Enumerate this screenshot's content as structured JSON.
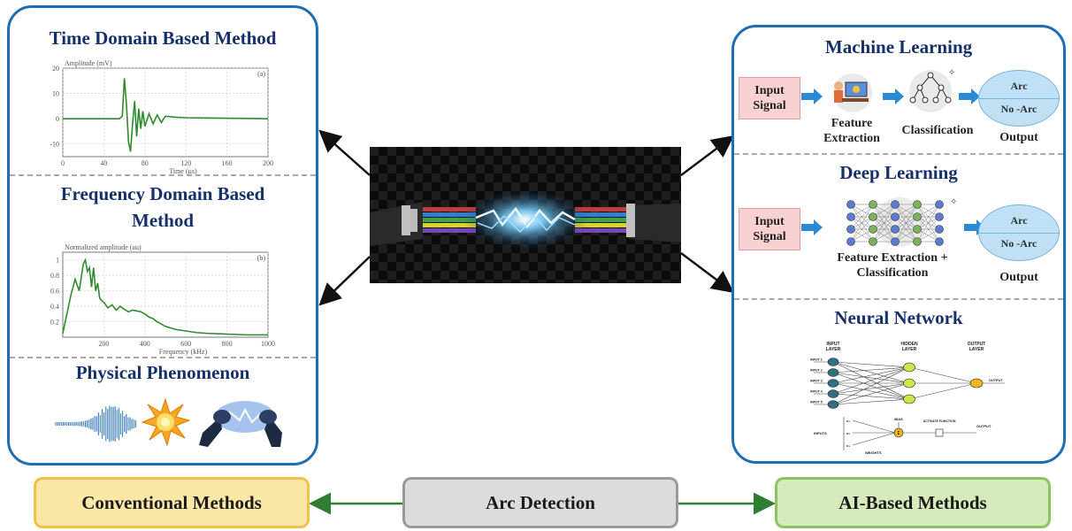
{
  "left_panel": {
    "time_title": "Time Domain Based Method",
    "freq_title_line1": "Frequency Domain Based",
    "freq_title_line2": "Method",
    "phys_title": "Physical Phenomenon"
  },
  "right_panel": {
    "ml_title": "Machine Learning",
    "dl_title": "Deep Learning",
    "nn_title": "Neural Network",
    "input_signal_l1": "Input",
    "input_signal_l2": "Signal",
    "feature_extraction_l1": "Feature",
    "feature_extraction_l2": "Extraction",
    "classification": "Classification",
    "fe_class_l1": "Feature Extraction +",
    "fe_class_l2": "Classification",
    "output": "Output",
    "arc": "Arc",
    "no_arc": "No -Arc"
  },
  "nn_diagram": {
    "input_layer": "INPUT LAYER",
    "hidden_layer": "HIDDEN LAYER",
    "output_layer": "OUTPUT LAYER",
    "inputs": [
      "INPUT 1",
      "INPUT 2",
      "INPUT 3",
      "INPUT 4",
      "INPUT 5"
    ],
    "output_label": "OUTPUT",
    "inputs_label": "INPUTS",
    "weights_label": "WEIGHTS",
    "bias_label": "BIAS",
    "activate_label": "ACTIVATE FUNCTION",
    "output_y_label": "OUTPUT"
  },
  "bottom": {
    "conventional": "Conventional Methods",
    "arc_detection": "Arc Detection",
    "ai_based": "AI-Based Methods"
  },
  "colors": {
    "panel_border": "#1f6db3",
    "title_navy": "#16306b",
    "signal_green": "#2e8b2e",
    "connector_green": "#2e7d32"
  },
  "chart_data": [
    {
      "type": "line",
      "title": "",
      "ylabel": "Amplitude (mV)",
      "xlabel": "Time (μs)",
      "panel_tag": "(a)",
      "xlim": [
        0,
        200
      ],
      "ylim": [
        -15,
        20
      ],
      "xticks": [
        0,
        40,
        80,
        120,
        160,
        200
      ],
      "yticks": [
        20,
        10,
        0,
        -10
      ],
      "grid": true,
      "series": [
        {
          "x": [
            0,
            40,
            55,
            58,
            60,
            62,
            64,
            66,
            68,
            70,
            72,
            74,
            76,
            78,
            80,
            84,
            88,
            92,
            96,
            100,
            110,
            120,
            140,
            160,
            180,
            200
          ],
          "y": [
            0,
            0,
            0,
            1,
            16,
            6,
            -9,
            -13,
            -2,
            7,
            -7,
            4,
            -4,
            3,
            -3,
            2,
            -2,
            1.5,
            -1.5,
            1,
            0.6,
            0.4,
            0.3,
            0.2,
            0.1,
            0
          ]
        }
      ]
    },
    {
      "type": "line",
      "title": "",
      "ylabel": "Normalized amplitude (au)",
      "xlabel": "Frequency (kHz)",
      "panel_tag": "(b)",
      "xlim": [
        0,
        1000
      ],
      "ylim": [
        0,
        1.1
      ],
      "xticks": [
        200,
        400,
        600,
        800,
        1000
      ],
      "yticks": [
        1,
        0.8,
        0.6,
        0.4,
        0.2
      ],
      "grid": true,
      "series": [
        {
          "x": [
            0,
            20,
            40,
            60,
            80,
            100,
            110,
            120,
            130,
            140,
            150,
            160,
            170,
            180,
            200,
            220,
            240,
            260,
            280,
            300,
            320,
            340,
            360,
            380,
            400,
            420,
            440,
            460,
            480,
            500,
            550,
            600,
            650,
            700,
            800,
            900,
            1000
          ],
          "y": [
            0.05,
            0.3,
            0.55,
            0.75,
            0.6,
            0.95,
            1.0,
            0.85,
            0.9,
            0.65,
            0.9,
            0.6,
            0.7,
            0.5,
            0.45,
            0.38,
            0.42,
            0.35,
            0.4,
            0.36,
            0.33,
            0.35,
            0.34,
            0.33,
            0.3,
            0.26,
            0.24,
            0.2,
            0.17,
            0.14,
            0.1,
            0.08,
            0.06,
            0.05,
            0.04,
            0.03,
            0.03
          ]
        }
      ]
    }
  ]
}
